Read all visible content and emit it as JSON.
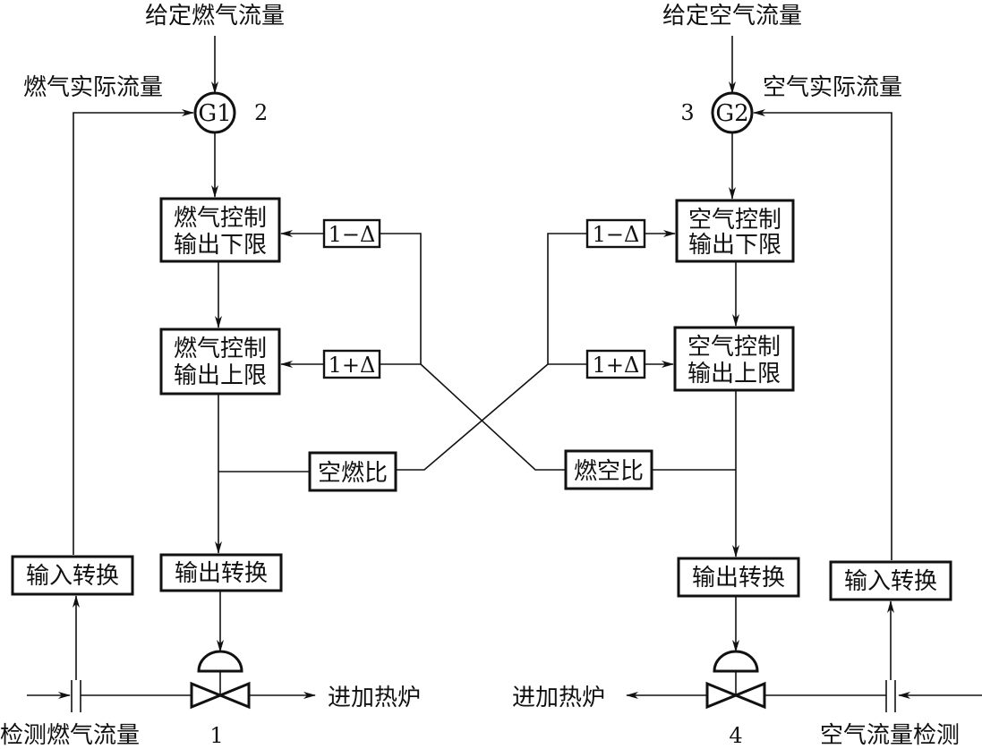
{
  "top_left_label": "给定燃气流量",
  "top_right_label": "给定空气流量",
  "fuel_actual_label": "燃气实际流量",
  "air_actual_label": "空气实际流量",
  "g1": {
    "label": "G1",
    "number": "2"
  },
  "g2": {
    "label": "G2",
    "number": "3"
  },
  "fuel_lower": {
    "line1": "燃气控制",
    "line2": "输出下限"
  },
  "fuel_upper": {
    "line1": "燃气控制",
    "line2": "输出上限"
  },
  "air_lower": {
    "line1": "空气控制",
    "line2": "输出下限"
  },
  "air_upper": {
    "line1": "空气控制",
    "line2": "输出上限"
  },
  "one_minus_delta": "1−Δ",
  "one_plus_delta": "1+Δ",
  "air_fuel_ratio": "空燃比",
  "fuel_air_ratio": "燃空比",
  "output_convert": "输出转换",
  "input_convert": "输入转换",
  "to_furnace": "进加热炉",
  "fuel_flow_detect": "检测燃气流量",
  "air_flow_detect": "空气流量检测",
  "valve_left_number": "1",
  "valve_right_number": "4"
}
